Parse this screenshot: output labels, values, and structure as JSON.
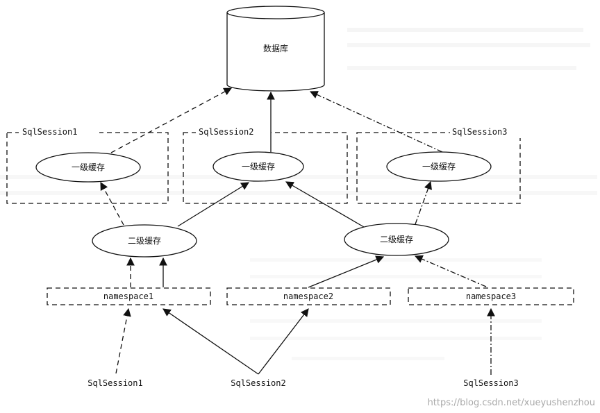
{
  "database": {
    "label": "数据库"
  },
  "sessions_top": [
    {
      "label": "SqlSession1"
    },
    {
      "label": "SqlSession2"
    },
    {
      "label": "SqlSession3"
    }
  ],
  "level1_cache": [
    {
      "label": "一级缓存"
    },
    {
      "label": "一级缓存"
    },
    {
      "label": "一级缓存"
    }
  ],
  "level2_cache": [
    {
      "label": "二级缓存"
    },
    {
      "label": "二级缓存"
    }
  ],
  "namespaces": [
    {
      "label": "namespace1"
    },
    {
      "label": "namespace2"
    },
    {
      "label": "namespace3"
    }
  ],
  "sessions_bottom": [
    {
      "label": "SqlSession1"
    },
    {
      "label": "SqlSession2"
    },
    {
      "label": "SqlSession3"
    }
  ],
  "watermark": "https://blog.csdn.net/xueyushenzhou",
  "colors": {
    "stroke": "#111111",
    "watermark": "#a9a9a9"
  }
}
